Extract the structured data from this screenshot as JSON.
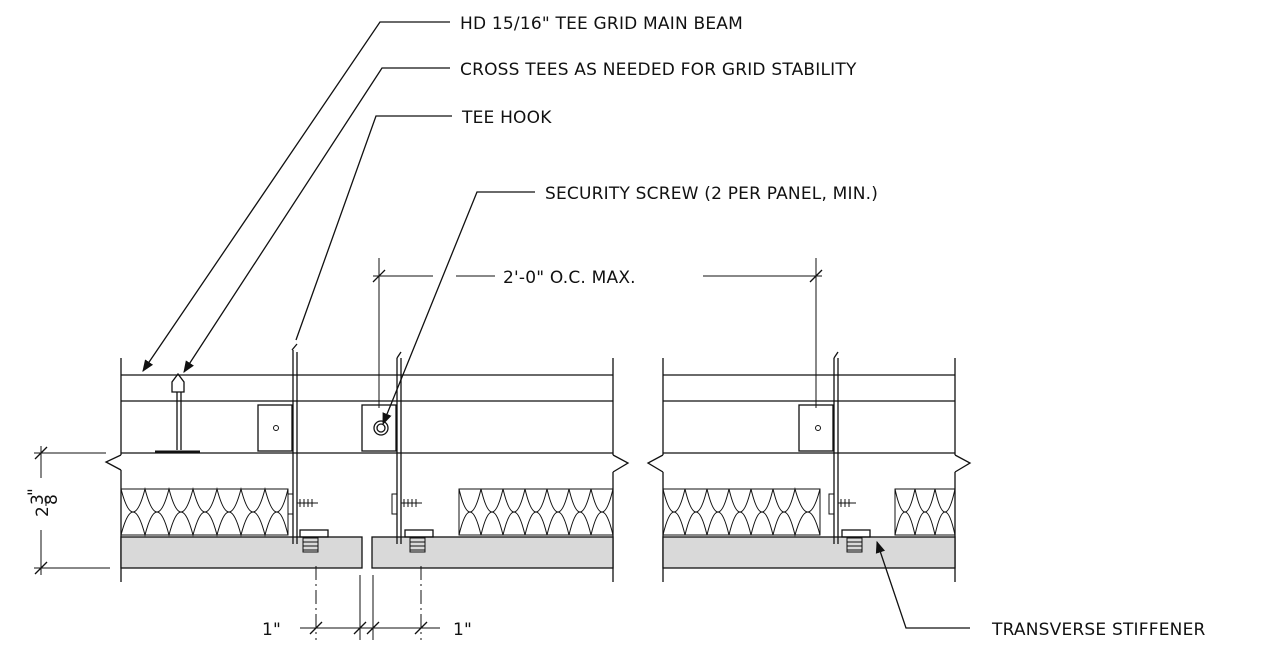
{
  "labels": {
    "main_beam": "HD 15/16\" TEE GRID MAIN BEAM",
    "cross_tees": "CROSS TEES AS NEEDED FOR GRID STABILITY",
    "tee_hook": "TEE HOOK",
    "security_screw": "SECURITY SCREW (2 PER PANEL, MIN.)",
    "spacing": "2'-0\" O.C. MAX.",
    "stiffener": "TRANSVERSE STIFFENER",
    "gap_left": "1\"",
    "gap_right": "1\"",
    "height_whole": "2",
    "height_num": "3",
    "height_den": "8",
    "height_unit": "\""
  }
}
